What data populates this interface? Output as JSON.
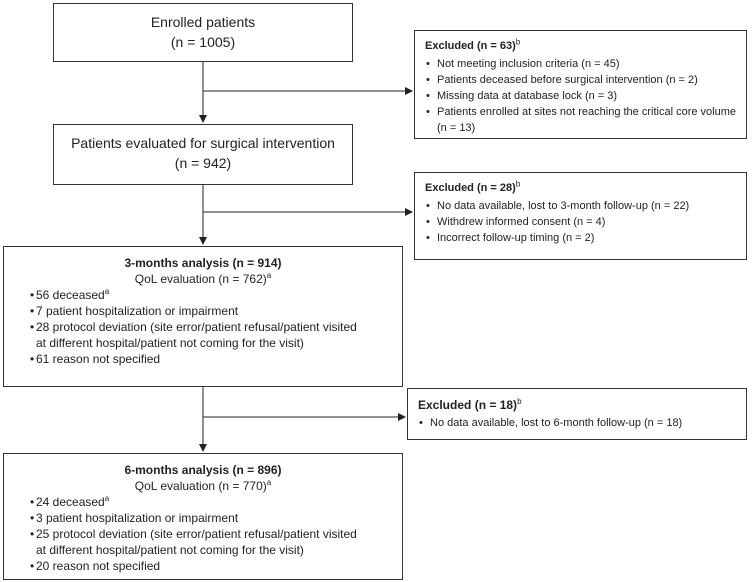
{
  "nodes": {
    "enrolled": {
      "title": "Enrolled patients",
      "n": "(n = 1005)"
    },
    "evaluated": {
      "title": "Patients evaluated for surgical intervention",
      "n": "(n = 942)"
    },
    "analysis3": {
      "title": "3-months analysis  (n = 914)",
      "qol": "QoL evaluation (n = 762)",
      "qol_sup": "a",
      "items": [
        {
          "text": "56 deceased",
          "sup": "a"
        },
        {
          "text": "7 patient hospitalization or impairment",
          "sup": ""
        },
        {
          "text": "28 protocol deviation (site error/patient refusal/patient visited",
          "sup": ""
        },
        {
          "text": "at different hospital/patient not coming for the visit)",
          "sup": "",
          "cont": true
        },
        {
          "text": "61 reason not specified",
          "sup": ""
        }
      ]
    },
    "analysis6": {
      "title": "6-months analysis (n = 896)",
      "qol": "QoL evaluation (n = 770)",
      "qol_sup": "a",
      "items": [
        {
          "text": "24 deceased",
          "sup": "a"
        },
        {
          "text": "3 patient hospitalization or impairment",
          "sup": ""
        },
        {
          "text": "25 protocol deviation (site error/patient refusal/patient visited",
          "sup": ""
        },
        {
          "text": "at different hospital/patient not coming for the visit)",
          "sup": "",
          "cont": true
        },
        {
          "text": "20 reason not specified",
          "sup": ""
        }
      ]
    }
  },
  "exclusions": {
    "ex1": {
      "label": "Excluded",
      "count": "(n = 63)",
      "sup": "b",
      "items": [
        "Not meeting inclusion criteria (n = 45)",
        "Patients deceased before surgical intervention (n = 2)",
        "Missing data at database lock (n = 3)",
        "Patients enrolled at sites not reaching the critical core volume  (n = 13)"
      ]
    },
    "ex2": {
      "label": "Excluded",
      "count": "(n = 28)",
      "sup": "b",
      "items": [
        "No data available, lost to 3-month follow-up (n = 22)",
        "Withdrew informed consent (n = 4)",
        "Incorrect follow-up timing (n = 2)"
      ]
    },
    "ex3": {
      "label": "Excluded",
      "count": "(n = 18)",
      "sup": "b",
      "items": [
        "No data available, lost to 6-month follow-up (n = 18)"
      ]
    }
  },
  "colors": {
    "line": "#222222",
    "border": "#333333"
  }
}
